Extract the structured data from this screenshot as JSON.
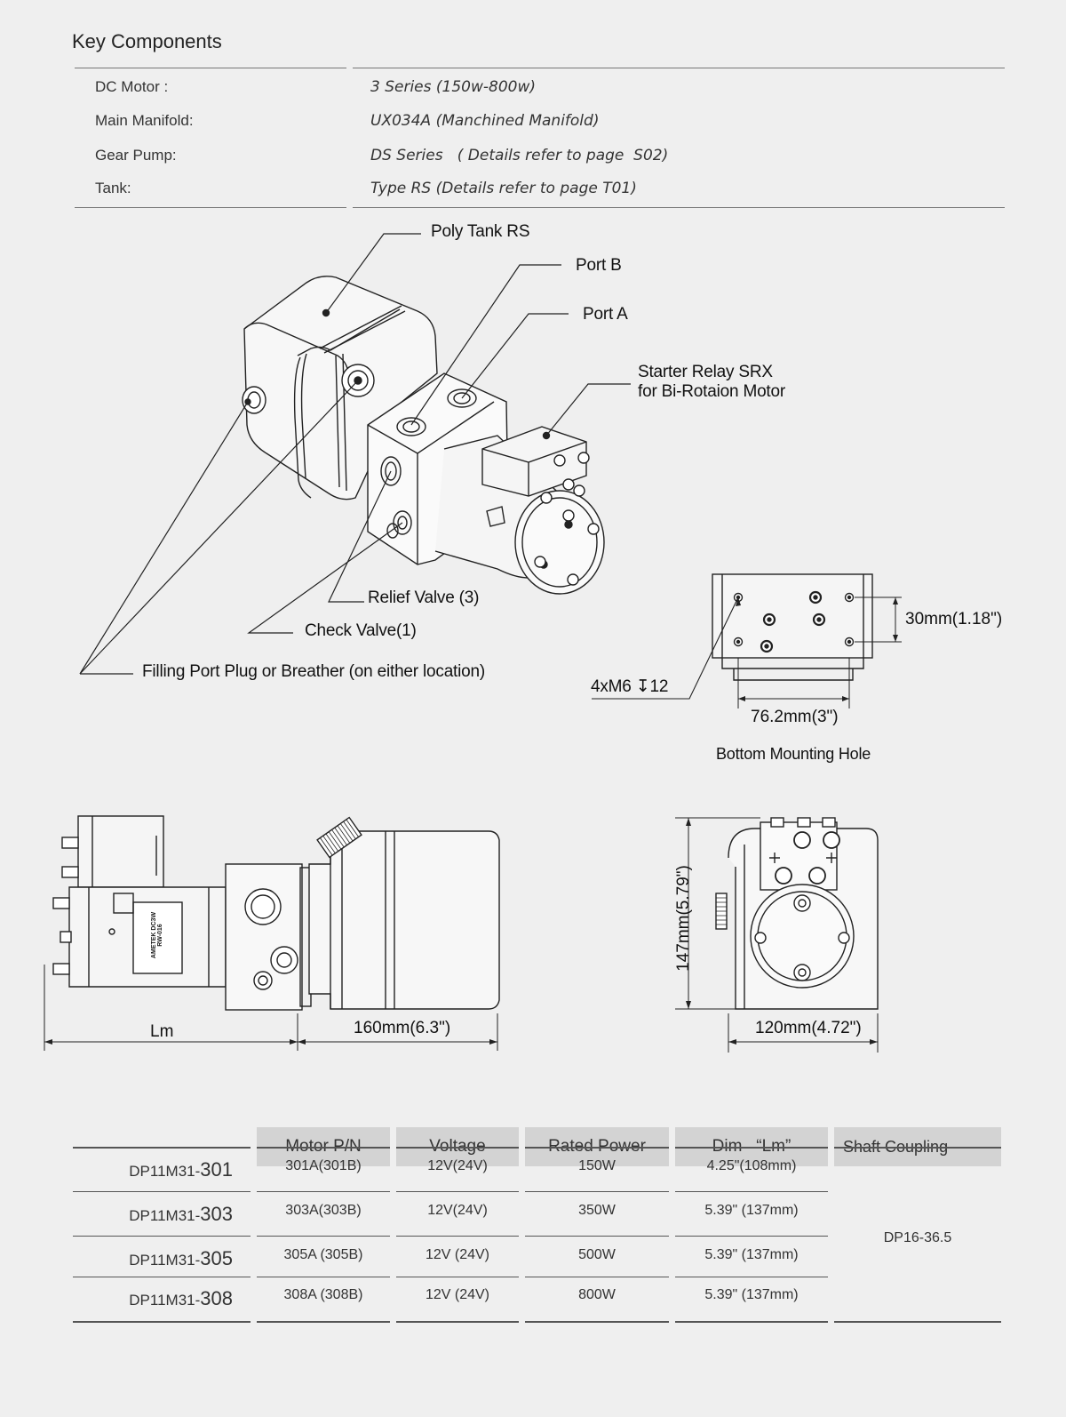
{
  "section_title": "Key Components",
  "key_components": [
    {
      "label": "DC Motor :",
      "value": "3 Series (150w-800w)"
    },
    {
      "label": "Main Manifold:",
      "value": "UX034A (Manchined Manifold)"
    },
    {
      "label": "Gear Pump:",
      "value": "DS Series   ( Details refer to page  S02)"
    },
    {
      "label": "Tank:",
      "value": "Type RS (Details refer to page T01)"
    }
  ],
  "callouts": {
    "poly_tank": "Poly Tank RS",
    "port_b": "Port B",
    "port_a": "Port A",
    "starter_relay_1": "Starter Relay SRX",
    "starter_relay_2": "for Bi-Rotaion Motor",
    "relief_valve": "Relief Valve (3)",
    "check_valve": "Check Valve(1)",
    "filling_port": "Filling Port Plug or Breather (on either location)",
    "mount_thread": "4xM6 ",
    "mount_depth": "12",
    "mount_hole_spacing_v": "30mm(1.18\")",
    "mount_hole_spacing_h": "76.2mm(3\")",
    "bottom_mounting_hole": "Bottom Mounting Hole"
  },
  "dimensions": {
    "lm": "Lm",
    "tank_length": "160mm(6.3\")",
    "height": "147mm(5.79\")",
    "width": "120mm(4.72\")",
    "motor_plate_1": "AMETEK DC3W",
    "motor_plate_2": "RW-016"
  },
  "table": {
    "headers": [
      "Motor P/N",
      "Voltage",
      "Rated Power",
      "Dim   “Lm”",
      "Shaft Coupling"
    ],
    "rows": [
      {
        "pn_prefix": "DP11M31-",
        "pn_suffix": "301",
        "motor": "301A(301B)",
        "voltage": "12V(24V)",
        "power": "150W",
        "dim": "4.25\"(108mm)"
      },
      {
        "pn_prefix": "DP11M31-",
        "pn_suffix": "303",
        "motor": "303A(303B)",
        "voltage": "12V(24V)",
        "power": "350W",
        "dim": "5.39\" (137mm)"
      },
      {
        "pn_prefix": "DP11M31-",
        "pn_suffix": "305",
        "motor": "305A (305B)",
        "voltage": "12V (24V)",
        "power": "500W",
        "dim": "5.39\" (137mm)"
      },
      {
        "pn_prefix": "DP11M31-",
        "pn_suffix": "308",
        "motor": "308A (308B)",
        "voltage": "12V (24V)",
        "power": "800W",
        "dim": "5.39\" (137mm)"
      }
    ],
    "shaft_coupling": "DP16-36.5"
  }
}
